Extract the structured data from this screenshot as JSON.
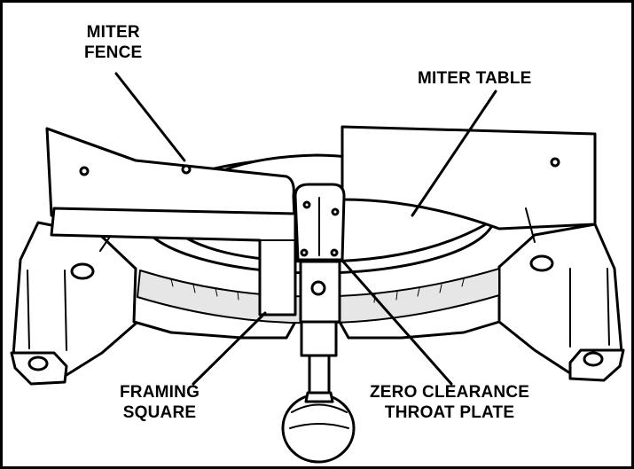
{
  "diagram": {
    "labels": {
      "miter_fence": [
        "MITER",
        "FENCE"
      ],
      "miter_table": [
        "MITER TABLE"
      ],
      "framing_square": [
        "FRAMING",
        "SQUARE"
      ],
      "throat_plate": [
        "ZERO CLEARANCE",
        "THROAT PLATE"
      ]
    },
    "colors": {
      "ink": "#000000",
      "paper": "#ffffff",
      "scale_shade": "#e6e6e6"
    }
  }
}
